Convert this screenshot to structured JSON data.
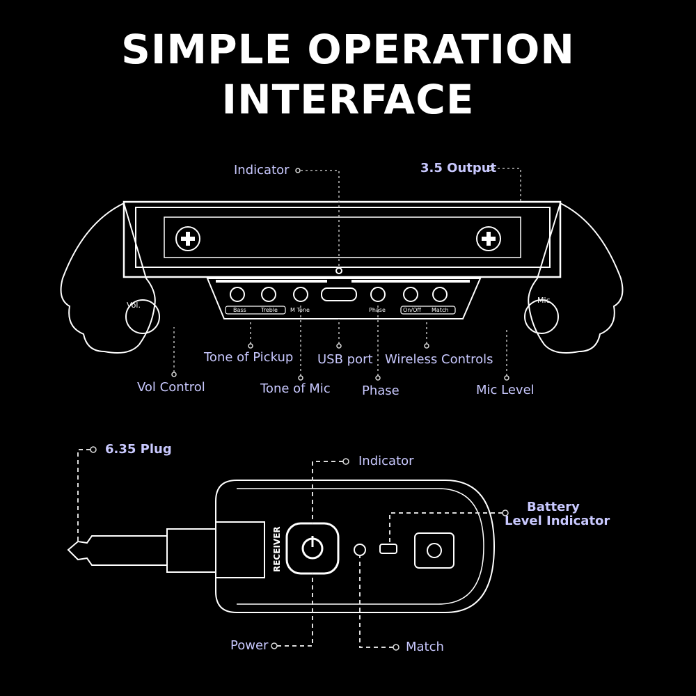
{
  "title": {
    "line1": "SIMPLE OPERATION",
    "line2": "INTERFACE"
  },
  "transmitter": {
    "labels": {
      "indicator": "Indicator",
      "output": "3.5 Output",
      "tone_pickup": "Tone of Pickup",
      "usb_port": "USB port",
      "wireless_controls": "Wireless Controls",
      "vol_control": "Vol Control",
      "tone_mic": "Tone of Mic",
      "phase": "Phase",
      "mic_level": "Mic Level"
    },
    "device_text": {
      "bass": "Bass",
      "treble": "Treble",
      "m_tone": "M Tone",
      "phase": "Phase",
      "on_off": "On/Off",
      "match": "Match",
      "vol": "Vol.",
      "mic": "Mic"
    }
  },
  "receiver": {
    "labels": {
      "plug": "6.35 Plug",
      "indicator": "Indicator",
      "battery_line1": "Battery",
      "battery_line2": "Level Indicator",
      "power": "Power",
      "match": "Match"
    },
    "device_text": {
      "receiver": "RECEIVER"
    }
  }
}
